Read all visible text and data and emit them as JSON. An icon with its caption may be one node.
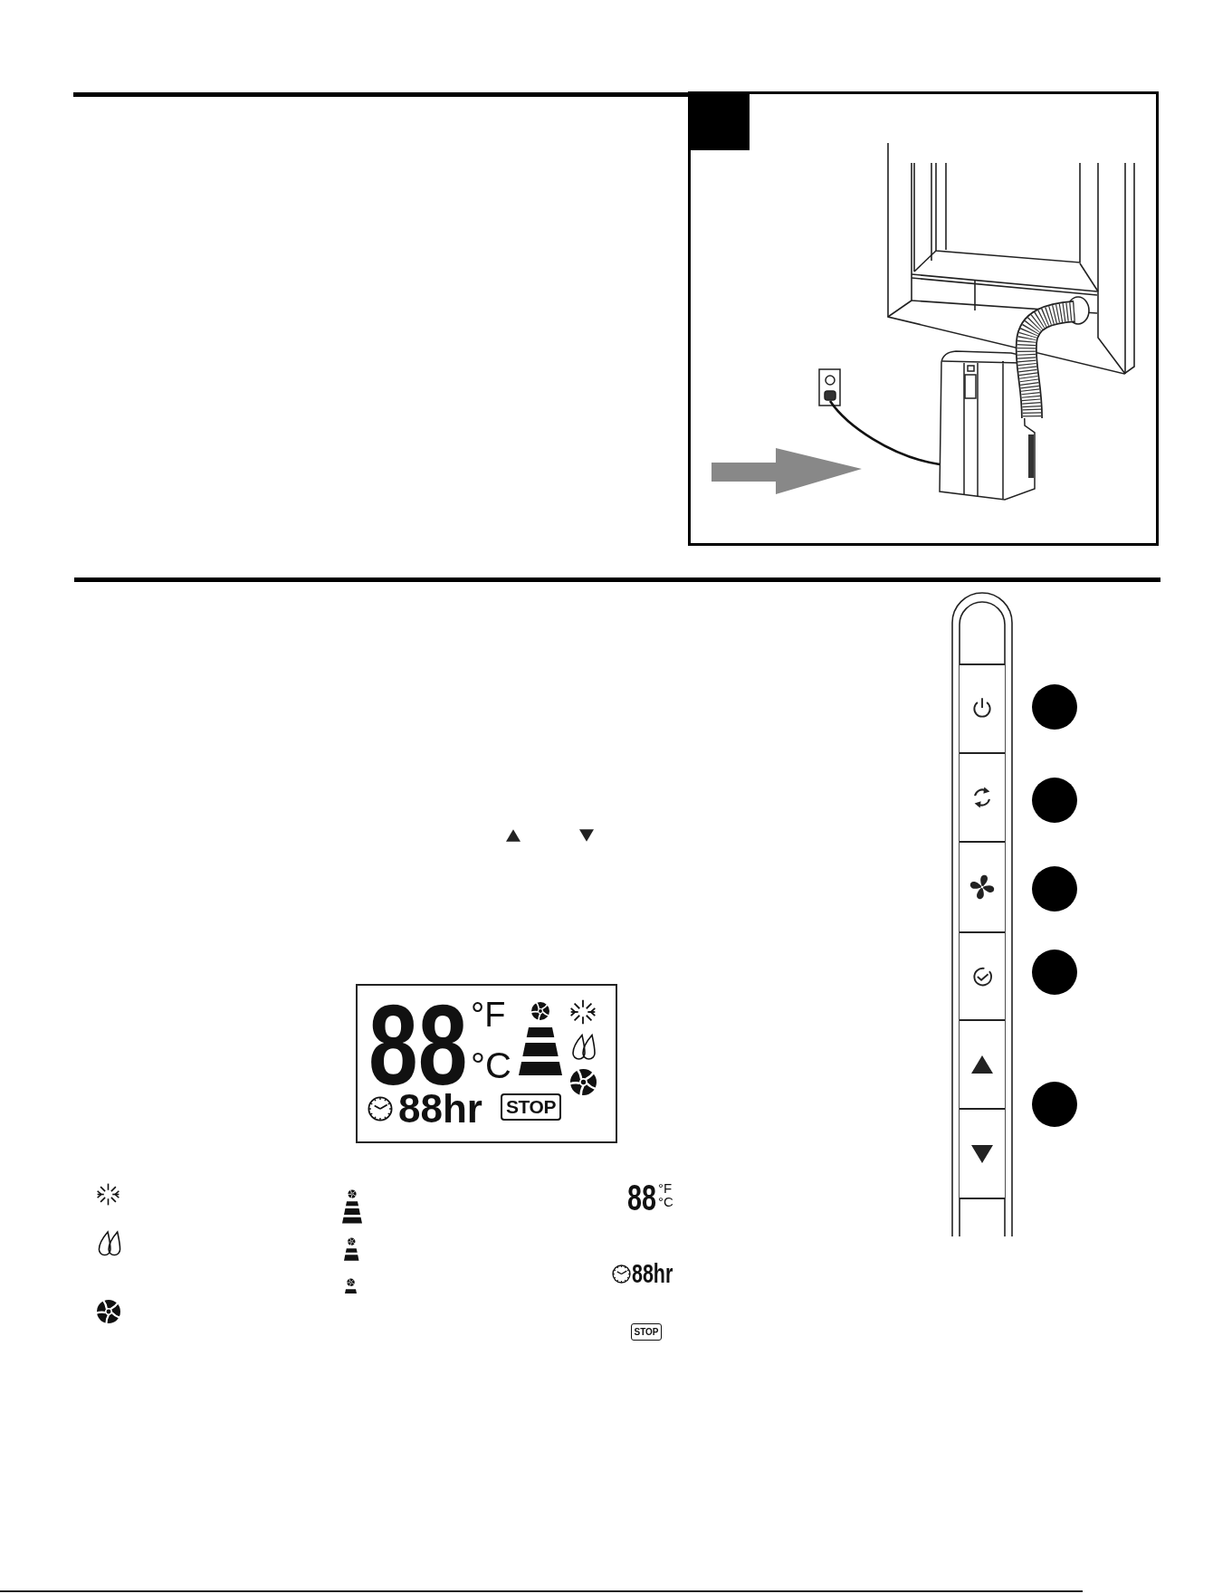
{
  "diagram": {
    "nodes": [
      {
        "text": [],
        "shape": "box"
      },
      {
        "text": [],
        "shape": "circle"
      },
      {
        "text": [],
        "shape": "circle"
      },
      {
        "text": [],
        "shape": "circle"
      },
      {
        "text": [],
        "shape": "circle"
      },
      {
        "text": [],
        "shape": "circle"
      },
      {
        "text": [
          "88",
          "°F",
          "°C",
          "88hr"
        ]
      },
      {
        "text": [
          "STOP"
        ],
        "in": 6
      },
      {
        "text": [
          "STOP"
        ]
      }
    ],
    "labels": [
      "88",
      "°F",
      "°C",
      "88hr"
    ]
  }
}
